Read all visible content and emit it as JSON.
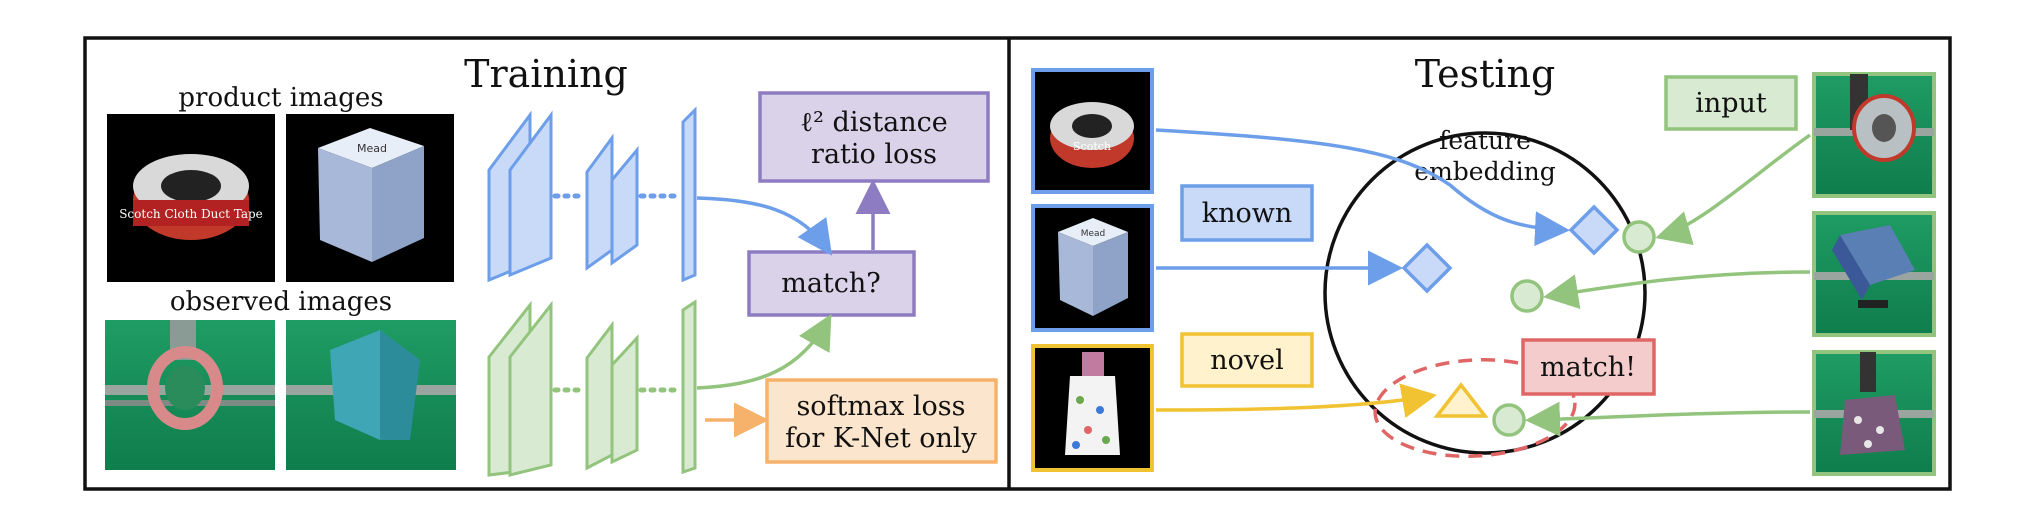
{
  "training": {
    "title": "Training",
    "product_images_label": "product images",
    "observed_images_label": "observed images",
    "loss_box": {
      "line1": "ℓ² distance",
      "line2": "ratio loss"
    },
    "match_box": "match?",
    "softmax_box": {
      "line1": "softmax loss",
      "line2": "for K-Net only"
    },
    "photos": {
      "product_1": "Scotch Cloth Duct Tape",
      "product_2": "Mead"
    }
  },
  "testing": {
    "title": "Testing",
    "feature_embedding": {
      "line1": "feature",
      "line2": "embedding"
    },
    "known_label": "known",
    "novel_label": "novel",
    "input_label": "input",
    "match_label": "match!",
    "photos": {
      "tape_1": "Scotch",
      "box_1": "Mead"
    }
  },
  "colors": {
    "blue": "#6d9eea",
    "blue_fill": "#c9daf8",
    "green": "#93c47d",
    "green_fill": "#d9ead3",
    "purple": "#8e7cc3",
    "purple_fill": "#d9d2e9",
    "orange": "#f6b26b",
    "orange_fill": "#fce5cd",
    "yellow": "#f1c232",
    "yellow_fill": "#fff2cc",
    "red": "#e06666",
    "red_fill": "#f4cccc"
  }
}
